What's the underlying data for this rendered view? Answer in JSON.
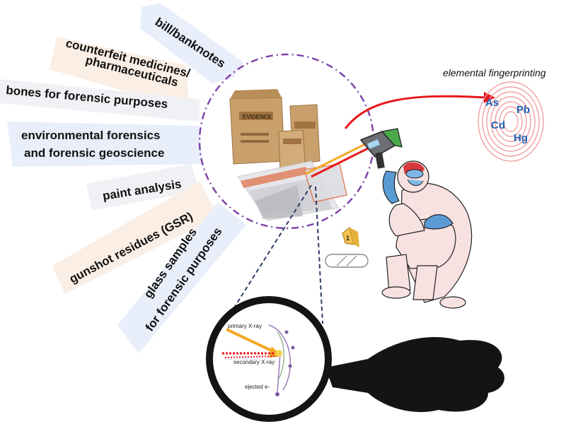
{
  "applications": [
    {
      "id": "bill",
      "text": "bill/banknotes"
    },
    {
      "id": "counterfeit1",
      "text": "counterfeit medicines/"
    },
    {
      "id": "counterfeit2",
      "text": "pharmaceuticals"
    },
    {
      "id": "bones",
      "text": "bones for forensic purposes"
    },
    {
      "id": "env1",
      "text": "environmental forensics"
    },
    {
      "id": "env2",
      "text": "and forensic geoscience"
    },
    {
      "id": "paint",
      "text": "paint analysis"
    },
    {
      "id": "gsr",
      "text": "gunshot residues (GSR)"
    },
    {
      "id": "glass1",
      "text": "glass samples"
    },
    {
      "id": "glass2",
      "text": "for forensic purposes"
    }
  ],
  "fingerprint": {
    "title": "elemental fingerprinting",
    "elements": [
      "As",
      "Pb",
      "Cd",
      "Hg"
    ]
  },
  "evidence": {
    "bag_label": "EVIDENCE",
    "marker": "1"
  },
  "xrf": {
    "primary": "primary X-ray",
    "secondary": "secondary X-ray",
    "ejected": "ejected e-"
  },
  "colors": {
    "arrow": "#e8171b",
    "element_text": "#1f5fb0",
    "fingerprint": "#f2a0a0",
    "circle": "#7b3ea6",
    "glove": "#5b9bd5",
    "suit": "#f7e1e1"
  }
}
